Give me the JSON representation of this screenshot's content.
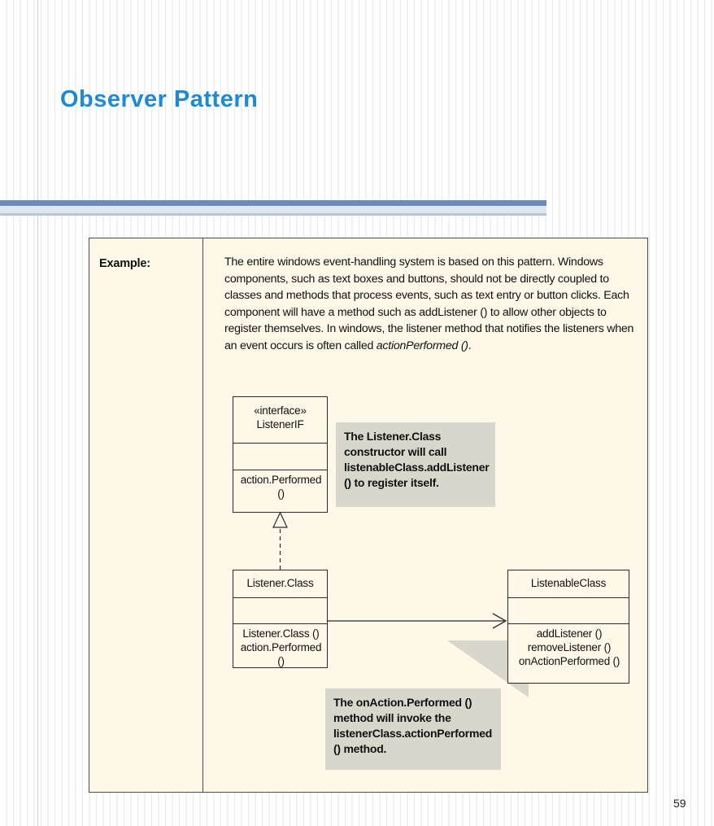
{
  "slide": {
    "title": "Observer Pattern",
    "page_number": "59",
    "accent_color": "#1c8ad6",
    "rule_color": "#6b8cb8",
    "panel_bg": "#fdf8e8",
    "callout_bg": "#d9d6cb"
  },
  "figure": {
    "example_label": "Example:",
    "paragraph_html": "The entire windows event-handling system is based on this pattern. Windows components, such as text boxes and buttons, should not be directly coupled to classes and methods that process events, such as text entry or button clicks. Each component will have a method such as addListener () to allow other objects to register themselves. In windows, the listener method that notifies the listeners when an event occurs is often called <i>actionPerformed ()</i>.",
    "classes": [
      {
        "id": "listener-if",
        "stereotype": "«interface»",
        "name": "ListenerIF",
        "attributes": [],
        "operations": [
          "action.Performed ()"
        ]
      },
      {
        "id": "listener-class",
        "stereotype": "",
        "name": "Listener.Class",
        "attributes": [],
        "operations": [
          "Listener.Class ()",
          "action.Performed ()"
        ]
      },
      {
        "id": "listenable-class",
        "stereotype": "",
        "name": "ListenableClass",
        "attributes": [],
        "operations": [
          "addListener ()",
          "removeListener ()",
          "onActionPerformed ()"
        ]
      }
    ],
    "callouts": [
      {
        "id": "callout-1",
        "text": "The Listener.Class constructor will call listenableClass.addListener () to register itself."
      },
      {
        "id": "callout-2",
        "text": "The onAction.Performed () method will invoke the listenerClass.actionPerformed () method."
      }
    ],
    "relationships": [
      {
        "kind": "realization",
        "from": "Listener.Class",
        "to": "ListenerIF"
      },
      {
        "kind": "association",
        "from": "Listener.Class",
        "to": "ListenableClass"
      }
    ]
  }
}
